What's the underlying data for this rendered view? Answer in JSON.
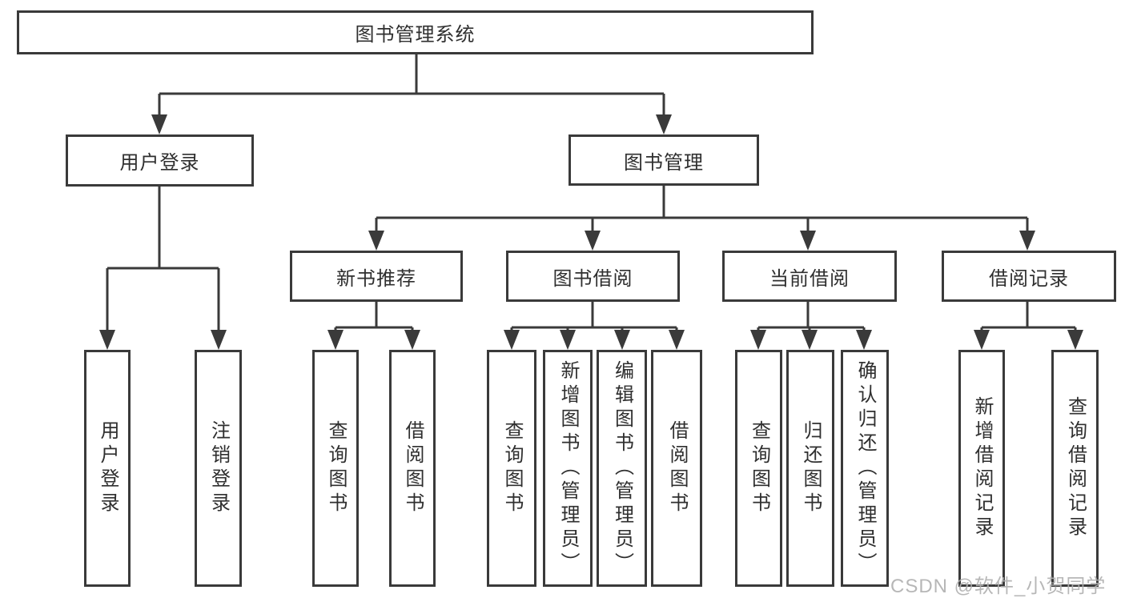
{
  "diagram_title": "图书管理系统",
  "tree": {
    "root": {
      "label": "图书管理系统"
    },
    "children": [
      {
        "label": "用户登录",
        "children": [
          {
            "label": "用户登录"
          },
          {
            "label": "注销登录"
          }
        ]
      },
      {
        "label": "图书管理",
        "children": [
          {
            "label": "新书推荐",
            "children": [
              {
                "label": "查询图书"
              },
              {
                "label": "借阅图书"
              }
            ]
          },
          {
            "label": "图书借阅",
            "children": [
              {
                "label": "查询图书"
              },
              {
                "label": "新增图书（管理员）"
              },
              {
                "label": "编辑图书（管理员）"
              },
              {
                "label": "借阅图书"
              }
            ]
          },
          {
            "label": "当前借阅",
            "children": [
              {
                "label": "查询图书"
              },
              {
                "label": "归还图书"
              },
              {
                "label": "确认归还（管理员）"
              }
            ]
          },
          {
            "label": "借阅记录",
            "children": [
              {
                "label": "新增借阅记录"
              },
              {
                "label": "查询借阅记录"
              }
            ]
          }
        ]
      }
    ]
  },
  "watermark": "CSDN @软件_小贺同学",
  "colors": {
    "line": "#3a3a3a",
    "text": "#2f2f2f",
    "background": "#ffffff",
    "watermark": "#b0b0b0"
  }
}
